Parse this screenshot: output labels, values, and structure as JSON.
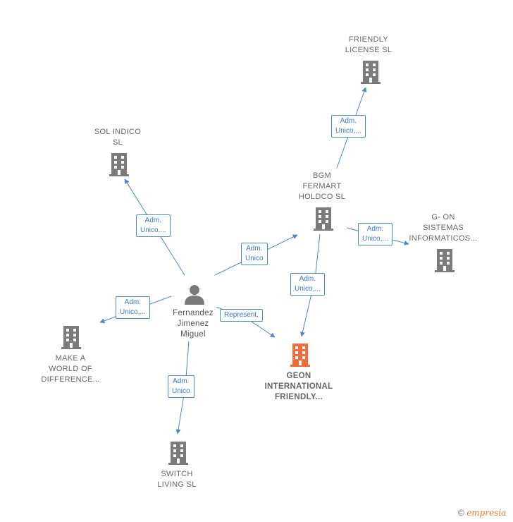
{
  "nodes": {
    "friendly_license": {
      "label_lines": [
        "FRIENDLY",
        "LICENSE  SL"
      ]
    },
    "sol_indico": {
      "label_lines": [
        "SOL INDICO",
        "SL"
      ]
    },
    "bgm_fermart": {
      "label_lines": [
        "BGM",
        "FERMART",
        "HOLDCO  SL"
      ]
    },
    "g_on": {
      "label_lines": [
        "G- ON",
        "SISTEMAS",
        "INFORMATICOS..."
      ]
    },
    "person": {
      "label_lines": [
        "Fernandez",
        "Jimenez",
        "Miguel"
      ]
    },
    "make_a_world": {
      "label_lines": [
        "MAKE A",
        "WORLD OF",
        "DIFFERENCE..."
      ]
    },
    "geon": {
      "label_lines": [
        "GEON",
        "INTERNATIONAL",
        "FRIENDLY..."
      ]
    },
    "switch_living": {
      "label_lines": [
        "SWITCH",
        "LIVING  SL"
      ]
    }
  },
  "edges": {
    "bgm_to_friendly": {
      "label_lines": [
        "Adm.",
        "Unico,..."
      ]
    },
    "person_to_sol": {
      "label_lines": [
        "Adm.",
        "Unico,..."
      ]
    },
    "person_to_bgm": {
      "label_lines": [
        "Adm.",
        "Unico"
      ]
    },
    "bgm_to_gon": {
      "label_lines": [
        "Adm.",
        "Unico,..."
      ]
    },
    "bgm_to_geon": {
      "label_lines": [
        "Adm.",
        "Unico,..."
      ]
    },
    "person_to_make": {
      "label_lines": [
        "Adm.",
        "Unico,..."
      ]
    },
    "person_to_geon": {
      "label_lines": [
        "Represent."
      ]
    },
    "person_to_switch": {
      "label_lines": [
        "Adm.",
        "Unico"
      ]
    }
  },
  "colors": {
    "edge": "#4a88d0",
    "building": "#7b7b7b",
    "focus_building": "#f26b3a",
    "person": "#7b7b7b"
  },
  "credit": {
    "symbol": "©",
    "brand": "empresia"
  }
}
